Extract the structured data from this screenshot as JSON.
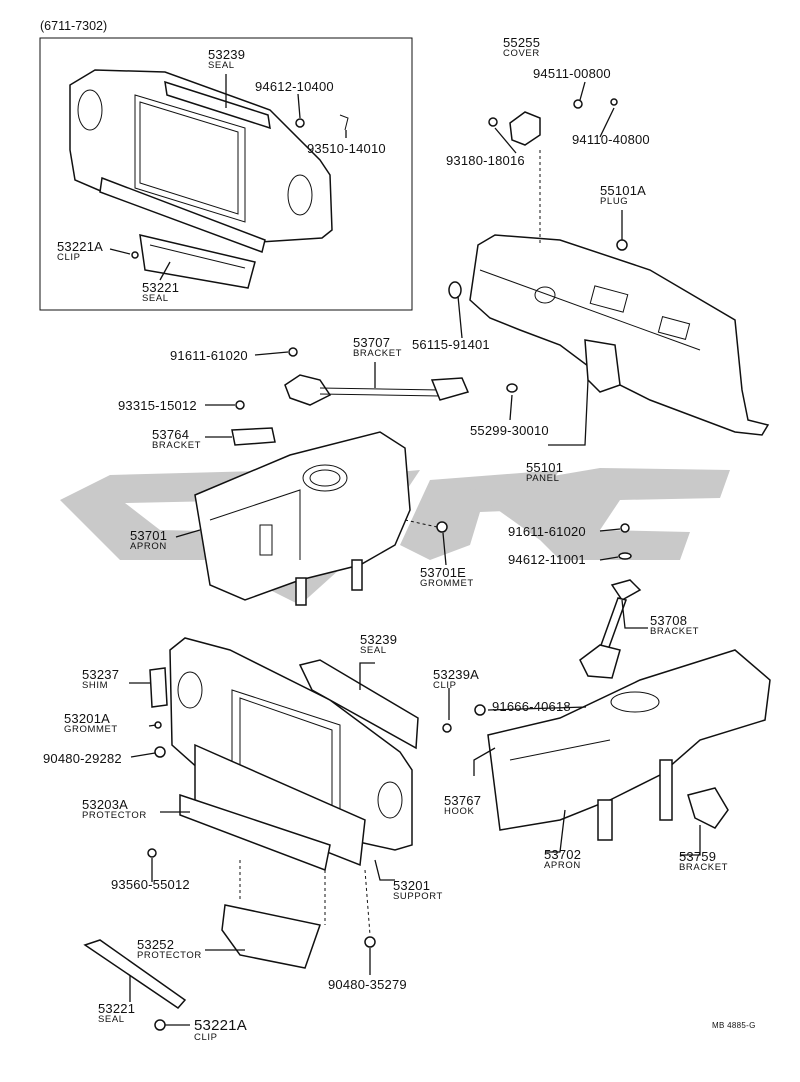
{
  "header": {
    "range": "(6711-7302)"
  },
  "footer": {
    "code": "MB 4885-G"
  },
  "watermark": {
    "color": "#c8c8c8"
  },
  "callouts": [
    {
      "id": "c01",
      "part": "53239",
      "name": "SEAL"
    },
    {
      "id": "c02",
      "part": "94612-10400",
      "name": ""
    },
    {
      "id": "c03",
      "part": "93510-14010",
      "name": ""
    },
    {
      "id": "c04",
      "part": "53221A",
      "name": "CLIP"
    },
    {
      "id": "c05",
      "part": "53221",
      "name": "SEAL"
    },
    {
      "id": "c06",
      "part": "55255",
      "name": "COVER"
    },
    {
      "id": "c07",
      "part": "94511-00800",
      "name": ""
    },
    {
      "id": "c08",
      "part": "93180-18016",
      "name": ""
    },
    {
      "id": "c09",
      "part": "94110-40800",
      "name": ""
    },
    {
      "id": "c10",
      "part": "55101A",
      "name": "PLUG"
    },
    {
      "id": "c11",
      "part": "56115-91401",
      "name": ""
    },
    {
      "id": "c12",
      "part": "55299-30010",
      "name": ""
    },
    {
      "id": "c13",
      "part": "55101",
      "name": "PANEL"
    },
    {
      "id": "c14",
      "part": "53707",
      "name": "BRACKET"
    },
    {
      "id": "c15",
      "part": "91611-61020",
      "name": ""
    },
    {
      "id": "c16",
      "part": "93315-15012",
      "name": ""
    },
    {
      "id": "c17",
      "part": "53764",
      "name": "BRACKET"
    },
    {
      "id": "c18",
      "part": "53701",
      "name": "APRON"
    },
    {
      "id": "c19",
      "part": "53701E",
      "name": "GROMMET"
    },
    {
      "id": "c20",
      "part": "91611-61020",
      "name": ""
    },
    {
      "id": "c21",
      "part": "94612-11001",
      "name": ""
    },
    {
      "id": "c22",
      "part": "53708",
      "name": "BRACKET"
    },
    {
      "id": "c23",
      "part": "53237",
      "name": "SHIM"
    },
    {
      "id": "c24",
      "part": "53239",
      "name": "SEAL"
    },
    {
      "id": "c25",
      "part": "53239A",
      "name": "CLIP"
    },
    {
      "id": "c26",
      "part": "91666-40618",
      "name": ""
    },
    {
      "id": "c27",
      "part": "53201A",
      "name": "GROMMET"
    },
    {
      "id": "c28",
      "part": "90480-29282",
      "name": ""
    },
    {
      "id": "c29",
      "part": "53203A",
      "name": "PROTECTOR"
    },
    {
      "id": "c30",
      "part": "53767",
      "name": "HOOK"
    },
    {
      "id": "c31",
      "part": "53702",
      "name": "APRON"
    },
    {
      "id": "c32",
      "part": "53759",
      "name": "BRACKET"
    },
    {
      "id": "c33",
      "part": "93560-55012",
      "name": ""
    },
    {
      "id": "c34",
      "part": "53201",
      "name": "SUPPORT"
    },
    {
      "id": "c35",
      "part": "53252",
      "name": "PROTECTOR"
    },
    {
      "id": "c36",
      "part": "90480-35279",
      "name": ""
    },
    {
      "id": "c37",
      "part": "53221",
      "name": "SEAL"
    },
    {
      "id": "c38",
      "part": "53221A",
      "name": "CLIP"
    }
  ]
}
